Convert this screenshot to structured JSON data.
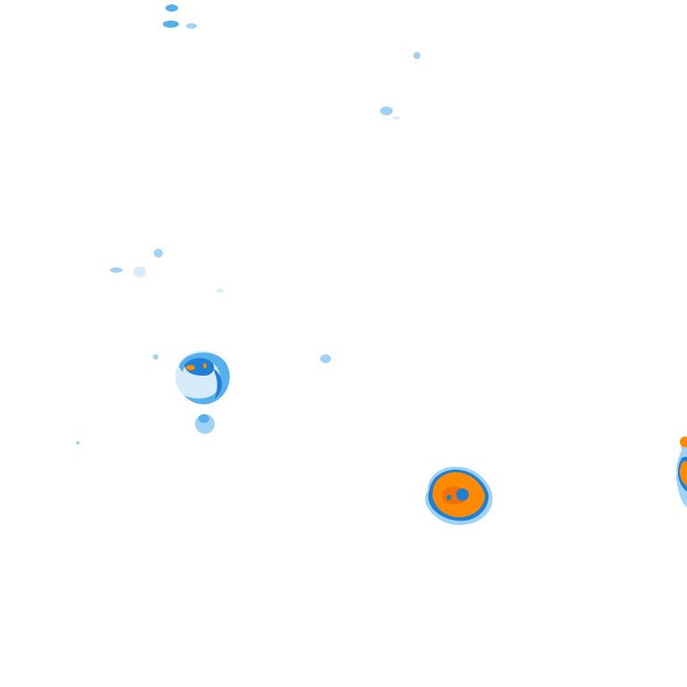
{
  "map": {
    "kind": "weather-radar-tile",
    "background_color": "#ffffff",
    "palette": {
      "very-light": "#d6ecfb",
      "light": "#9fd2f5",
      "moderate": "#56b0ec",
      "strong": "#1f7fd2",
      "heavy": "#ff8a00",
      "heavy-core": "#f07000"
    },
    "echoes": [
      {
        "id": "cell-large-orange",
        "intensity": "heavy"
      },
      {
        "id": "cell-ring-blue",
        "intensity": "strong"
      },
      {
        "id": "cell-edge-right",
        "intensity": "heavy"
      },
      {
        "id": "speck-top-left",
        "intensity": "moderate"
      },
      {
        "id": "speck-top-center",
        "intensity": "light"
      },
      {
        "id": "speck-mid-left",
        "intensity": "light"
      },
      {
        "id": "speck-mid-center",
        "intensity": "light"
      }
    ]
  }
}
